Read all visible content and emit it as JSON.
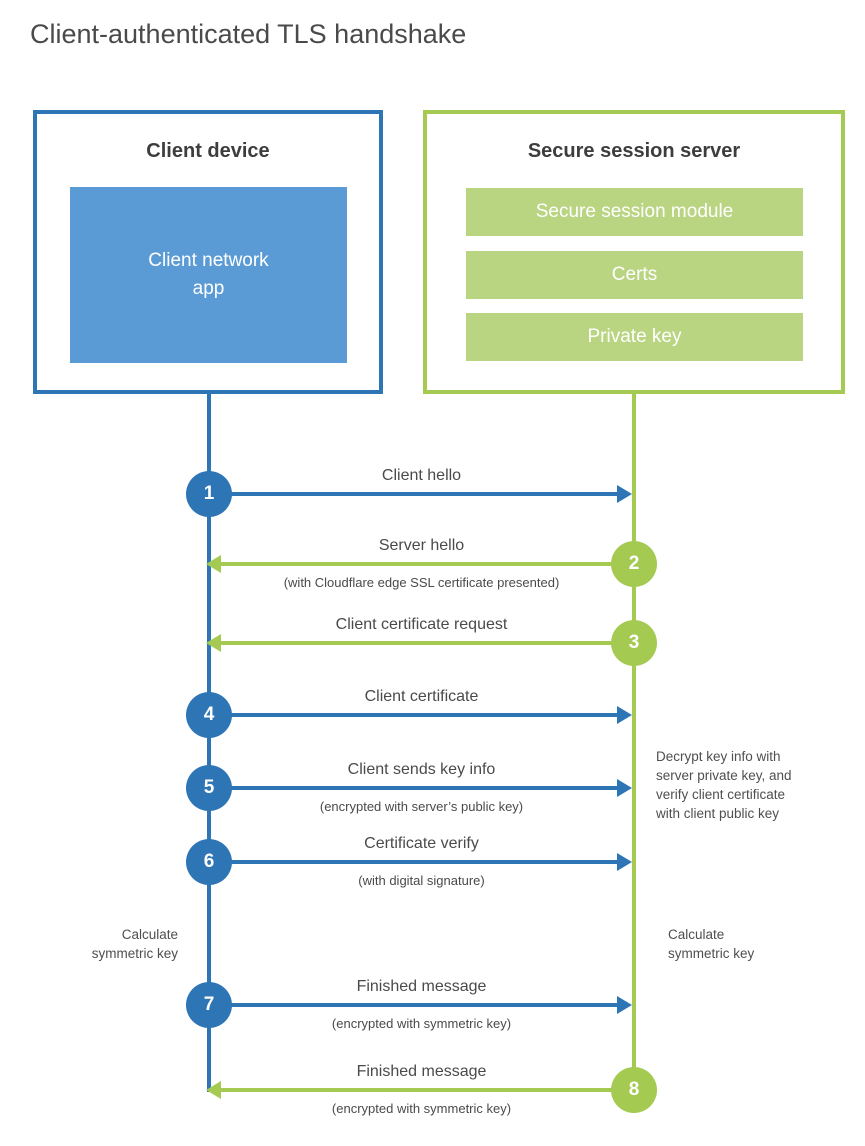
{
  "title": "Client-authenticated TLS handshake",
  "colors": {
    "blue": "#2e75b6",
    "blue_light": "#5b9bd5",
    "green": "#a4ca52",
    "green_light": "#b9d582",
    "heading_text": "#3d3d3d",
    "label_text": "#4a4a4a"
  },
  "client_box": {
    "title": "Client device",
    "app_label": "Client network\napp"
  },
  "server_box": {
    "title": "Secure session server",
    "modules": [
      "Secure session module",
      "Certs",
      "Private key"
    ]
  },
  "steps": [
    {
      "number": "1",
      "from": "client",
      "direction": "right",
      "label": "Client hello",
      "sublabel": ""
    },
    {
      "number": "2",
      "from": "server",
      "direction": "left",
      "label": "Server hello",
      "sublabel": "(with Cloudflare edge SSL certificate presented)"
    },
    {
      "number": "3",
      "from": "server",
      "direction": "left",
      "label": "Client certificate request",
      "sublabel": ""
    },
    {
      "number": "4",
      "from": "client",
      "direction": "right",
      "label": "Client certificate",
      "sublabel": ""
    },
    {
      "number": "5",
      "from": "client",
      "direction": "right",
      "label": "Client sends key info",
      "sublabel": "(encrypted with server’s public key)"
    },
    {
      "number": "6",
      "from": "client",
      "direction": "right",
      "label": "Certificate verify",
      "sublabel": "(with digital signature)"
    },
    {
      "number": "7",
      "from": "client",
      "direction": "right",
      "label": "Finished message",
      "sublabel": "(encrypted with symmetric key)"
    },
    {
      "number": "8",
      "from": "server",
      "direction": "left",
      "label": "Finished message",
      "sublabel": "(encrypted with symmetric key)"
    }
  ],
  "annotations": {
    "decrypt_note": "Decrypt key info with\nserver private key, and\nverify client certificate\nwith client public key",
    "calc_left": "Calculate\nsymmetric key",
    "calc_right": "Calculate\nsymmetric key"
  }
}
